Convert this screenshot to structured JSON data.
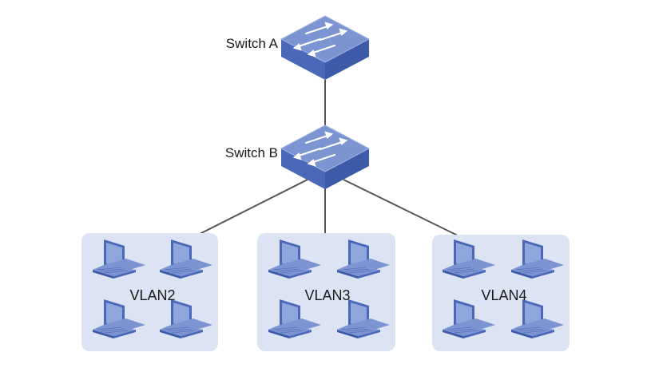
{
  "switches": [
    {
      "label": "Switch A",
      "icon": "network-switch-icon"
    },
    {
      "label": "Switch B",
      "icon": "network-switch-icon"
    }
  ],
  "vlans": [
    {
      "label": "VLAN2",
      "icon": "laptop-icon",
      "laptop_count": 4
    },
    {
      "label": "VLAN3",
      "icon": "laptop-icon",
      "laptop_count": 4
    },
    {
      "label": "VLAN4",
      "icon": "laptop-icon",
      "laptop_count": 4
    }
  ],
  "colors": {
    "switch_top": "#7d94d3",
    "switch_side": "#4a67b8",
    "vlan_fill": "#dce4f4",
    "laptop_screen": "#8fa6dc",
    "laptop_body": "#4a67b8",
    "link": "#555555"
  }
}
